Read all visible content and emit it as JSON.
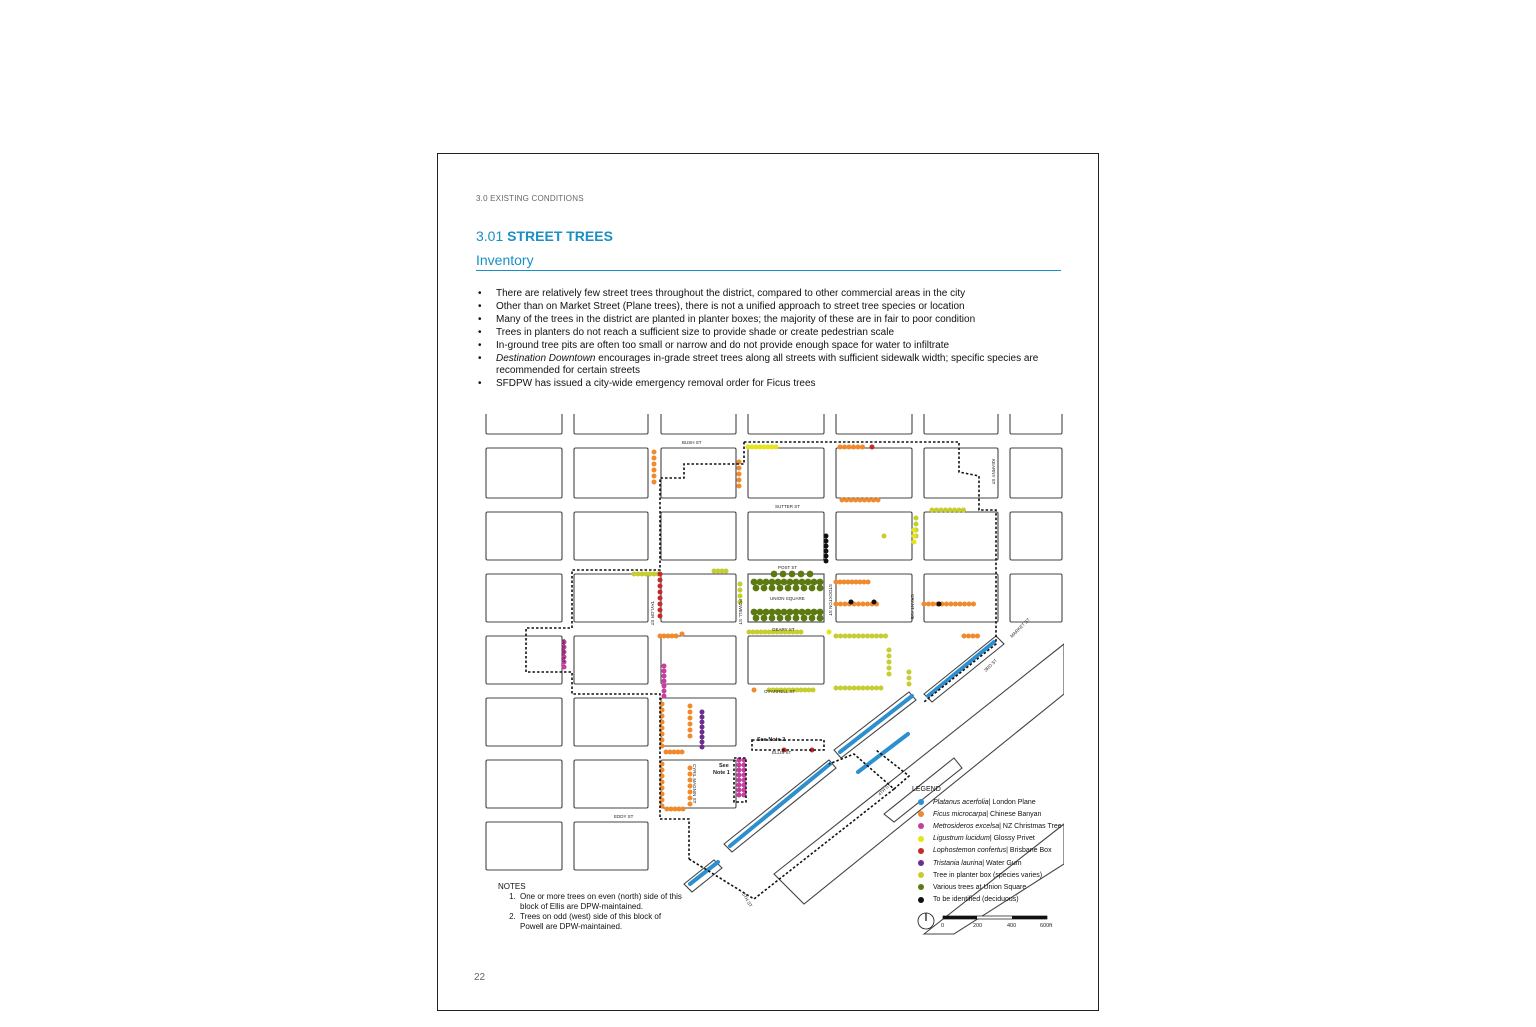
{
  "page": {
    "section_label": "3.0  EXISTING CONDITIONS",
    "title_number": "3.01",
    "title_text": "STREET TREES",
    "subtitle": "Inventory",
    "page_number": "22"
  },
  "bullets": [
    {
      "text": "There are relatively few street trees throughout the district, compared to other commercial areas in the city"
    },
    {
      "text": "Other than on Market Street (Plane trees), there is not a unified approach to street tree species or location"
    },
    {
      "text": "Many of the trees in the district are planted in planter boxes; the majority of these are in fair to poor condition"
    },
    {
      "text": "Trees in planters do not reach a sufficient size to provide shade or create pedestrian scale"
    },
    {
      "text": "In-ground tree pits are often too small or narrow and do not provide enough space for water to infiltrate"
    },
    {
      "lead": "Destination Downtown",
      "text": " encourages in-grade street trees along all streets with sufficient sidewalk width; specific species are recommended for certain streets"
    },
    {
      "text": "SFDPW has issued a city-wide emergency removal order for Ficus trees"
    }
  ],
  "map": {
    "streets": {
      "bush": "BUSH ST",
      "sutter": "SUTTER ST",
      "post": "POST ST",
      "geary": "GEARY ST",
      "ofarrell": "O'FARRELL ST",
      "ellis": "ELLIS ST",
      "eddy": "EDDY ST",
      "market": "MARKET ST",
      "mason": "MASON ST",
      "taylor": "TAYLOR ST",
      "powell": "POWELL ST",
      "stockton": "STOCKTON ST",
      "grant": "GRANT AVE",
      "kearny": "KEARNY ST",
      "cyril_magnin": "CYRIL MAGNIN ST",
      "third": "3RD ST",
      "fourth": "4TH ST",
      "fifth": "5TH ST"
    },
    "union_square_label": "UNION SQUARE",
    "see_note_2": "See Note 2",
    "see_note_1_a": "See",
    "see_note_1_b": "Note 1",
    "colors": {
      "plane": "#2e8fcf",
      "ficus": "#f08a2c",
      "xmas": "#c83ea0",
      "privet": "#e4e31c",
      "brisbane": "#c42a2a",
      "gum": "#6a2e8c",
      "planter": "#c5cd30",
      "union": "#5d7a12",
      "unknown": "#111111"
    }
  },
  "notes": {
    "heading": "NOTES",
    "items": [
      "One or more trees on even (north) side of this block of Ellis are DPW-maintained.",
      "Trees on odd (west) side of this block of Powell are DPW-maintained."
    ]
  },
  "legend": {
    "heading": "LEGEND",
    "items": [
      {
        "color": "#2e8fcf",
        "sci": "Platanus acerfolia",
        "common": " | London Plane"
      },
      {
        "color": "#f08a2c",
        "sci": "Ficus microcarpa",
        "common": " | Chinese Banyan"
      },
      {
        "color": "#c83ea0",
        "sci": "Metrosideros excelsa",
        "common": " | NZ Christmas Tree"
      },
      {
        "color": "#e4e31c",
        "sci": "Ligustrum lucidum",
        "common": " | Glossy Privet"
      },
      {
        "color": "#c42a2a",
        "sci": "Lophostemon confertus",
        "common": " | Brisbane Box"
      },
      {
        "color": "#6a2e8c",
        "sci": "Tristania laurina",
        "common": " | Water Gum"
      },
      {
        "color": "#c5cd30",
        "sci": "",
        "common": "Tree in planter box (species varies)"
      },
      {
        "color": "#5d7a12",
        "sci": "",
        "common": "Various trees at Union Square"
      },
      {
        "color": "#111111",
        "sci": "",
        "common": "To be identified (deciduous)"
      }
    ],
    "scale_labels": [
      "0",
      "200",
      "400",
      "600ft"
    ]
  }
}
